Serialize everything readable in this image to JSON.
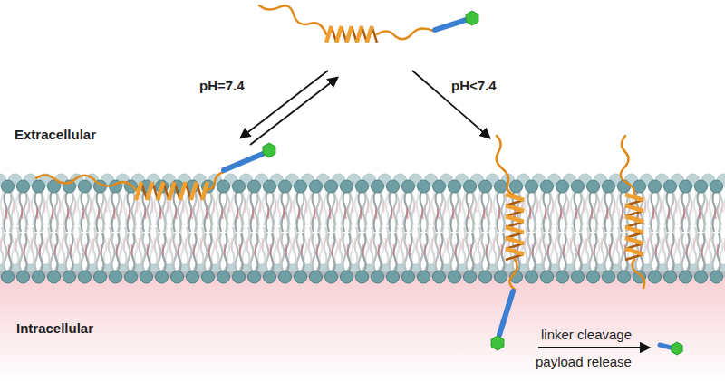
{
  "diagram": {
    "labels": [
      "pH=7.4",
      "pH<7.4",
      "Extracellular",
      "Intracellular",
      "linker cleavage",
      "payload release"
    ]
  }
}
